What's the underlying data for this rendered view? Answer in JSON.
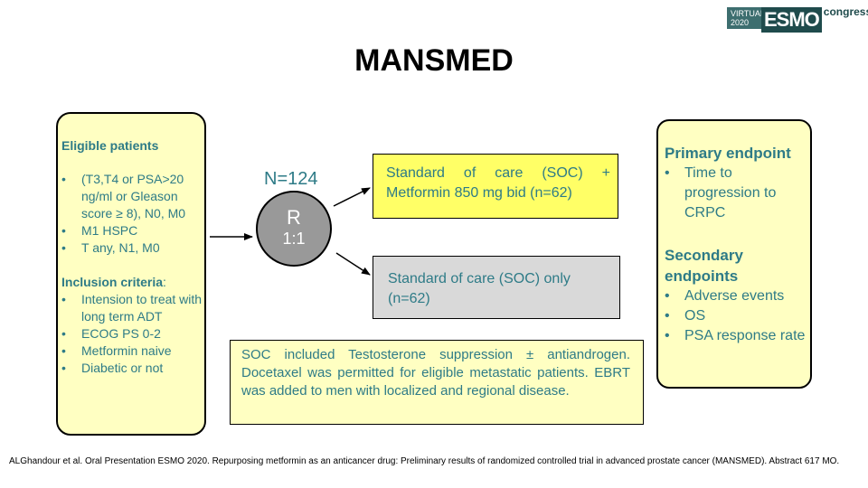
{
  "logo": {
    "top": "VIRTUAL",
    "year": "2020",
    "brand": "ESMO",
    "suffix": "congress"
  },
  "title": "MANSMED",
  "eligibility": {
    "heading": "Eligible patients",
    "items": [
      "(T3,T4 or PSA>20 ng/ml or Gleason score ≥ 8), N0, M0",
      "M1 HSPC",
      "T any, N1, M0"
    ],
    "inclusion_heading": "Inclusion criteria",
    "inclusion_colon": ":",
    "inclusion_items": [
      "Intension to treat with long term ADT",
      "ECOG PS 0-2",
      "Metformin naive",
      "Diabetic or not"
    ]
  },
  "randomization": {
    "n_label": "N=124",
    "letter": "R",
    "ratio": "1:1"
  },
  "arms": [
    {
      "label": "Standard of care (SOC) + Metformin 850 mg bid (n=62)",
      "color": "#ffff66"
    },
    {
      "label": "Standard of care (SOC) only (n=62)",
      "color": "#d9d9d9"
    }
  ],
  "soc_note": "SOC included Testosterone suppression ± antiandrogen. Docetaxel was permitted for eligible metastatic patients. EBRT was added to men with localized and regional disease.",
  "endpoints": {
    "primary_heading": "Primary endpoint",
    "primary_items": [
      "Time to progression to CRPC"
    ],
    "secondary_heading": "Secondary endpoints",
    "secondary_items": [
      "Adverse events",
      "OS",
      "PSA response rate"
    ]
  },
  "footer": "ALGhandour et al. Oral Presentation ESMO 2020. Repurposing metformin as an anticancer drug: Preliminary results of randomized controlled trial in advanced prostate cancer (MANSMED).  Abstract  617 MO.",
  "colors": {
    "text_teal": "#2e7b87",
    "light_yellow": "#ffffc2",
    "circle_gray": "#999999"
  }
}
